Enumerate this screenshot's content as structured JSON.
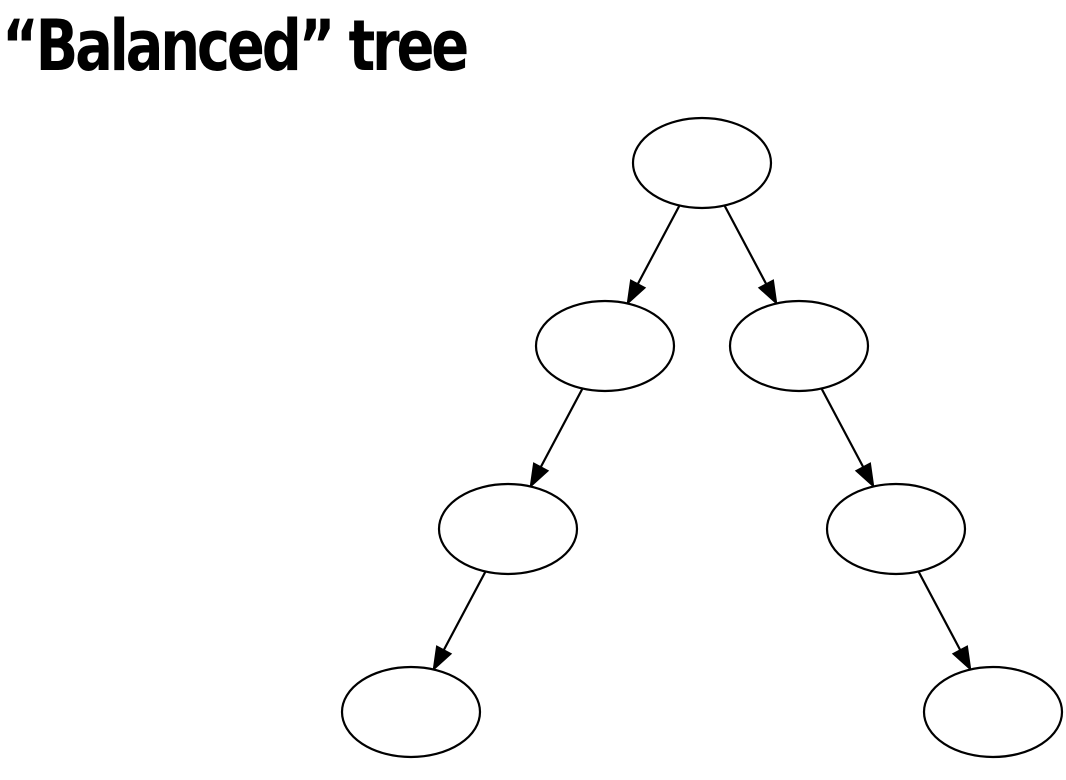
{
  "slide": {
    "title": "“Balanced” tree"
  },
  "diagram": {
    "type": "binary-tree",
    "node_count": 7,
    "node_fill": "#ffffff",
    "stroke_color": "#000000",
    "nodes": [
      {
        "id": "root",
        "label": ""
      },
      {
        "id": "left-1",
        "label": ""
      },
      {
        "id": "right-1",
        "label": ""
      },
      {
        "id": "left-2",
        "label": ""
      },
      {
        "id": "right-2",
        "label": ""
      },
      {
        "id": "left-3",
        "label": ""
      },
      {
        "id": "right-3",
        "label": ""
      }
    ],
    "edges": [
      {
        "from": "root",
        "to": "left-1"
      },
      {
        "from": "root",
        "to": "right-1"
      },
      {
        "from": "left-1",
        "to": "left-2"
      },
      {
        "from": "right-1",
        "to": "right-2"
      },
      {
        "from": "left-2",
        "to": "left-3"
      },
      {
        "from": "right-2",
        "to": "right-3"
      }
    ]
  }
}
